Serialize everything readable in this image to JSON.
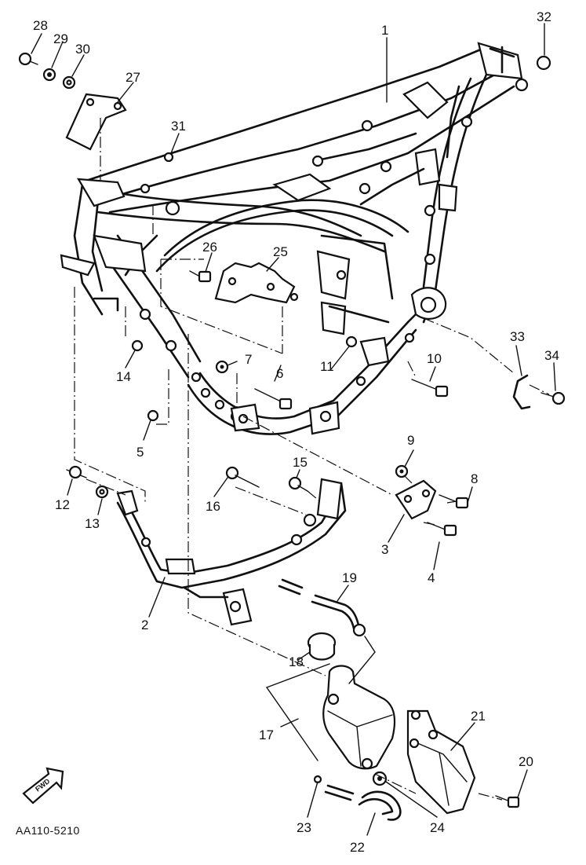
{
  "diagram": {
    "code": "AA110-5210",
    "fwd_label": "FWD",
    "callouts": [
      {
        "id": "c1",
        "num": "1"
      },
      {
        "id": "c2",
        "num": "2"
      },
      {
        "id": "c3",
        "num": "3"
      },
      {
        "id": "c4",
        "num": "4"
      },
      {
        "id": "c5",
        "num": "5"
      },
      {
        "id": "c6",
        "num": "6"
      },
      {
        "id": "c7",
        "num": "7"
      },
      {
        "id": "c8",
        "num": "8"
      },
      {
        "id": "c9",
        "num": "9"
      },
      {
        "id": "c10",
        "num": "10"
      },
      {
        "id": "c11",
        "num": "11"
      },
      {
        "id": "c12",
        "num": "12"
      },
      {
        "id": "c13",
        "num": "13"
      },
      {
        "id": "c14",
        "num": "14"
      },
      {
        "id": "c15",
        "num": "15"
      },
      {
        "id": "c16",
        "num": "16"
      },
      {
        "id": "c17",
        "num": "17"
      },
      {
        "id": "c18",
        "num": "18"
      },
      {
        "id": "c19",
        "num": "19"
      },
      {
        "id": "c20",
        "num": "20"
      },
      {
        "id": "c21",
        "num": "21"
      },
      {
        "id": "c22",
        "num": "22"
      },
      {
        "id": "c23",
        "num": "23"
      },
      {
        "id": "c24",
        "num": "24"
      },
      {
        "id": "c25",
        "num": "25"
      },
      {
        "id": "c26",
        "num": "26"
      },
      {
        "id": "c27",
        "num": "27"
      },
      {
        "id": "c28",
        "num": "28"
      },
      {
        "id": "c29",
        "num": "29"
      },
      {
        "id": "c30",
        "num": "30"
      },
      {
        "id": "c31",
        "num": "31"
      },
      {
        "id": "c32",
        "num": "32"
      },
      {
        "id": "c33",
        "num": "33"
      },
      {
        "id": "c34",
        "num": "34"
      }
    ]
  }
}
